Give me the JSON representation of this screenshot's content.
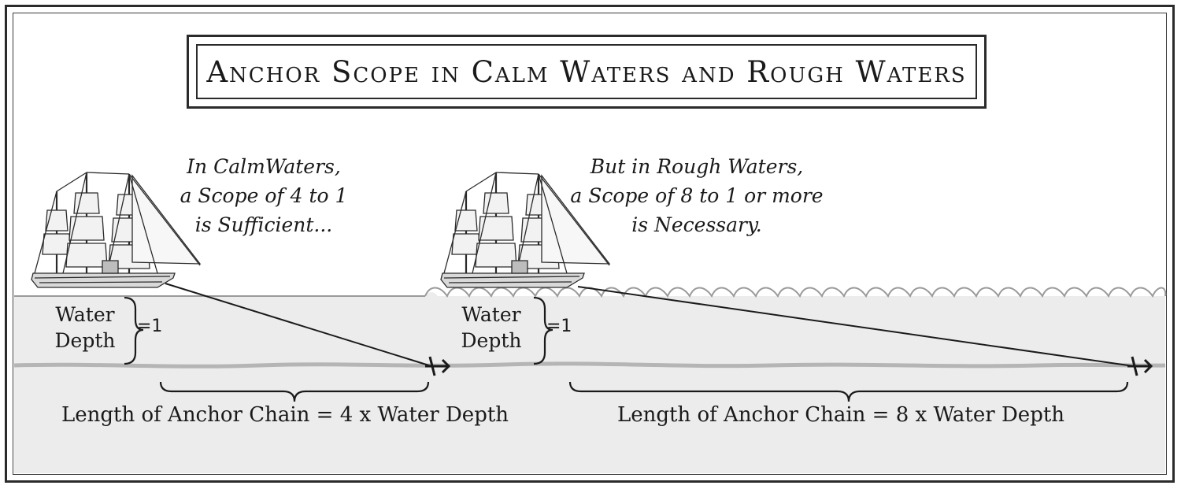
{
  "title": "Anchor Scope in Calm Waters and Rough Waters",
  "calm": {
    "caption_lines": [
      "In CalmWaters,",
      "a Scope of 4 to 1",
      "is Sufficient..."
    ],
    "depth_label_lines": [
      "Water",
      "Depth"
    ],
    "depth_value": "=1",
    "chain_label": "Length of Anchor Chain = 4 x Water Depth"
  },
  "rough": {
    "caption_lines": [
      "But in Rough Waters,",
      "a Scope of 8 to 1 or more",
      "is Necessary."
    ],
    "depth_label_lines": [
      "Water",
      "Depth"
    ],
    "depth_value": "=1",
    "chain_label": "Length of Anchor Chain = 8 x Water Depth"
  },
  "colors": {
    "water": "#ececec",
    "seabed": "#c8c8c8",
    "ink": "#1a1a1a",
    "frame": "#2b2b2b"
  },
  "icons": [
    "sailing-ship-icon",
    "anchor-icon",
    "curly-brace-icon"
  ]
}
